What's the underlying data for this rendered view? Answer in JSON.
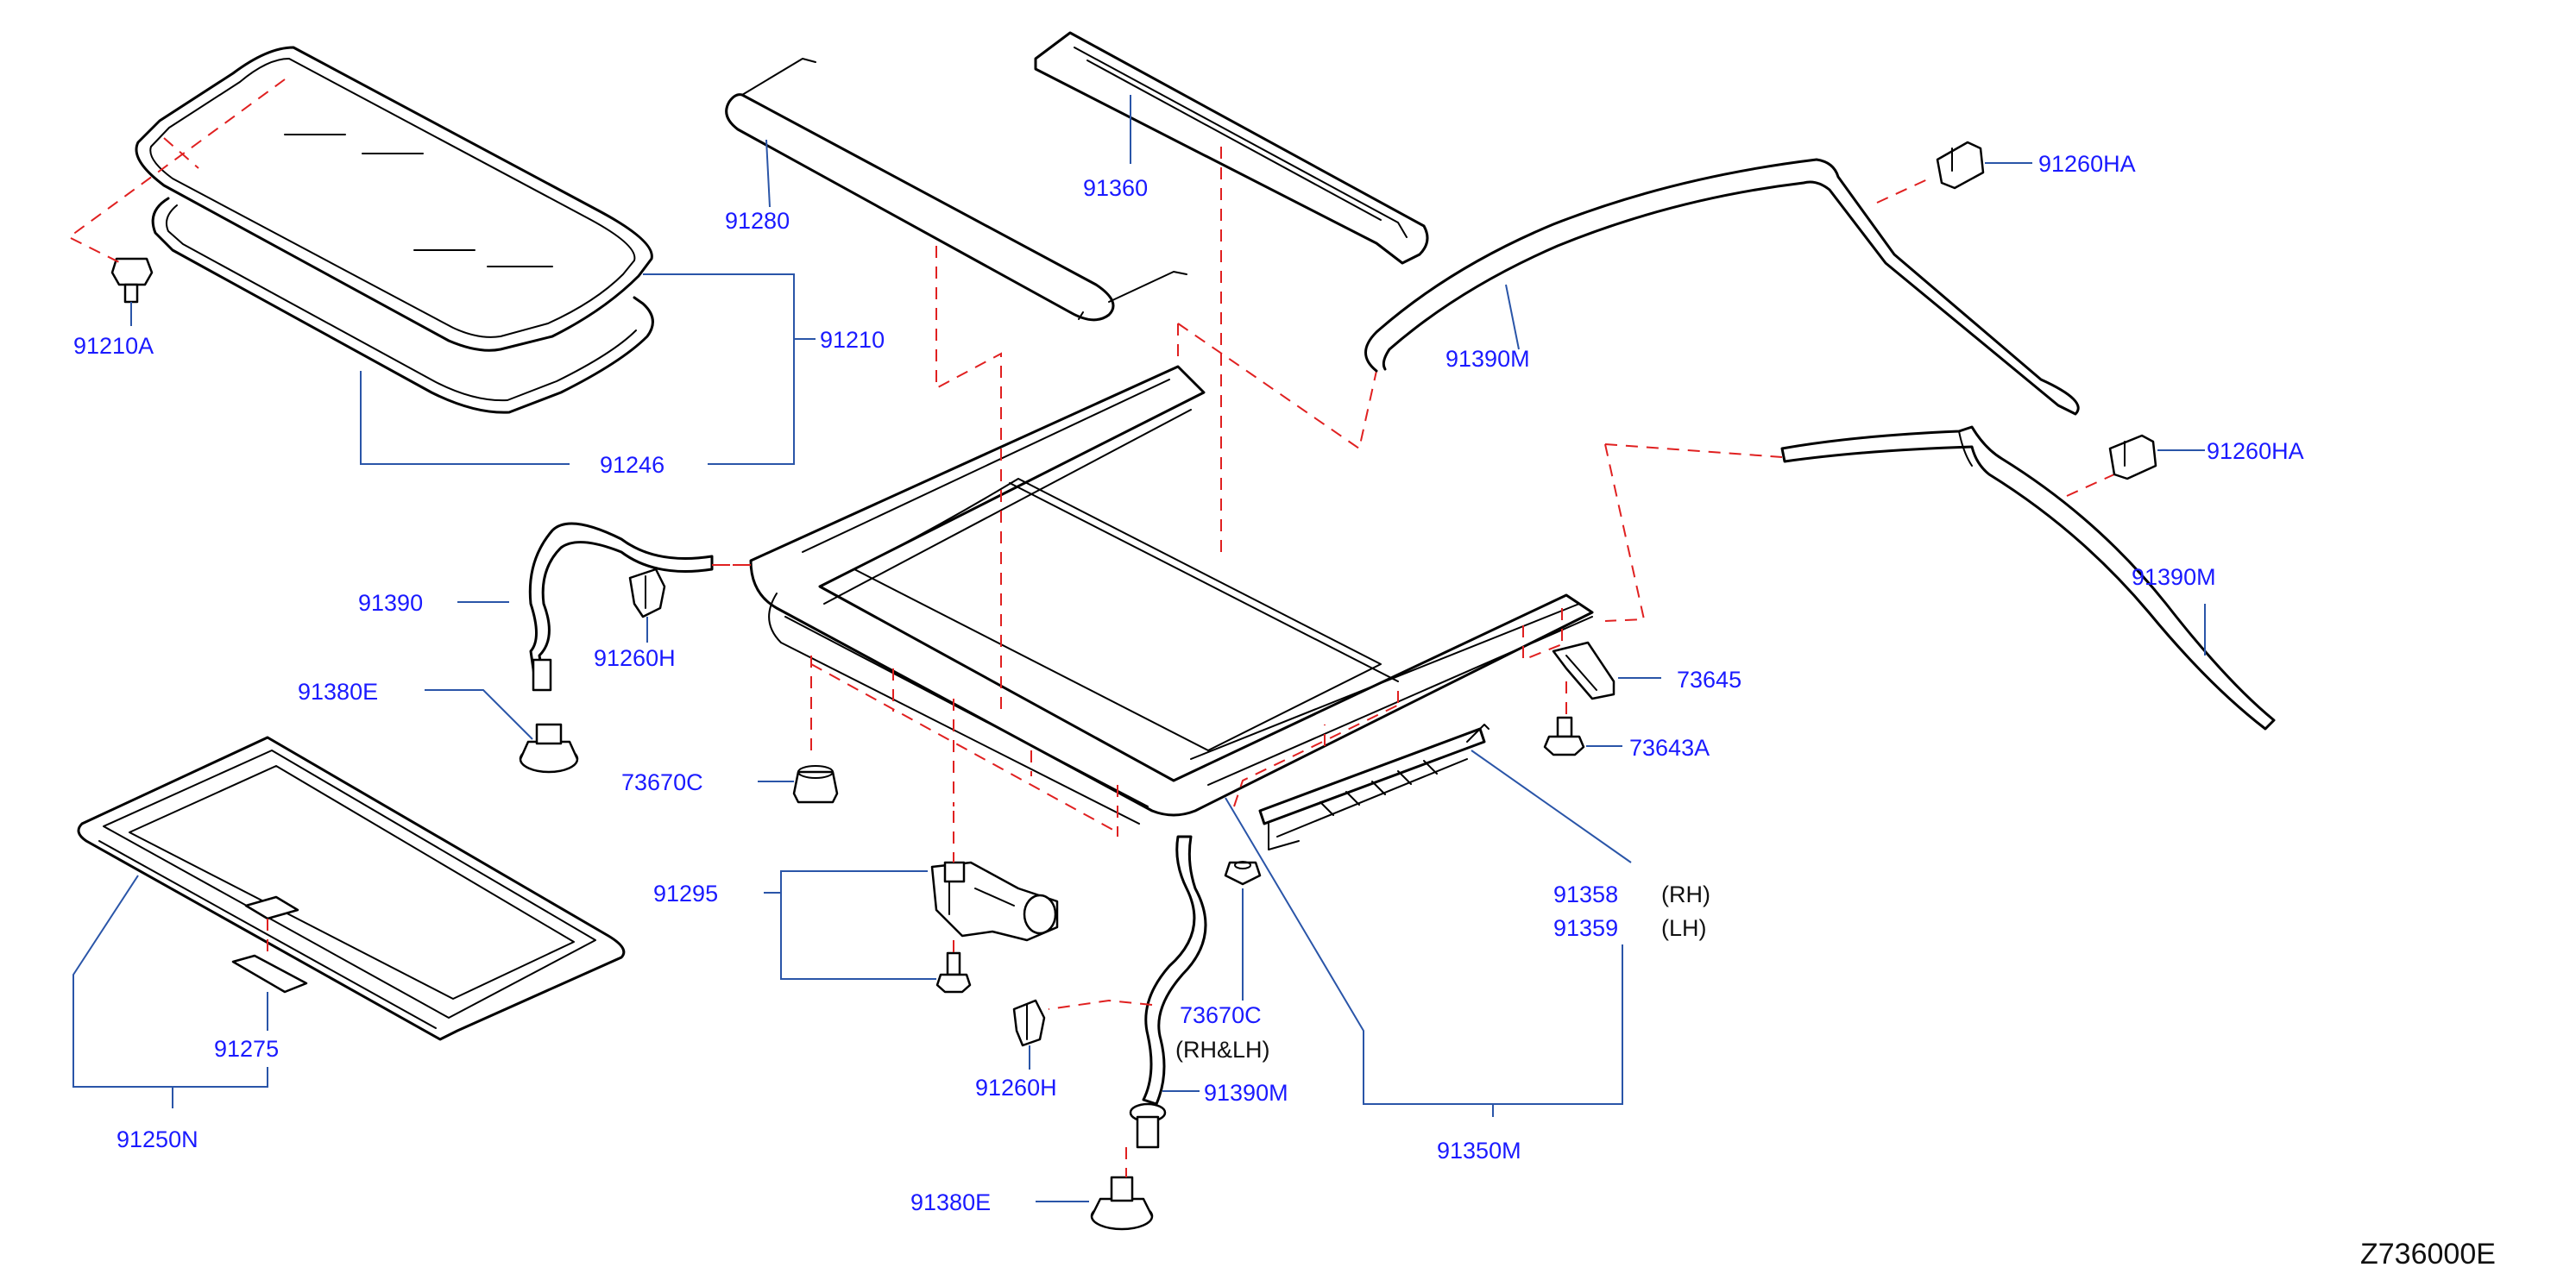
{
  "diagram_id": "Z736000E",
  "labels": {
    "p91210A": "91210A",
    "p91280": "91280",
    "p91360": "91360",
    "p91210": "91210",
    "p91246": "91246",
    "p91390M_top": "91390M",
    "p91260HA_1": "91260HA",
    "p91260HA_2": "91260HA",
    "p91390M_right": "91390M",
    "p91390": "91390",
    "p91260H_left": "91260H",
    "p91380E_left": "91380E",
    "p73670C_left": "73670C",
    "p73645": "73645",
    "p73643A": "73643A",
    "p91295": "91295",
    "p91358": "91358",
    "p91359": "91359",
    "rh": "(RH)",
    "lh": "(LH)",
    "p73670C_right": "73670C",
    "rhlh": "(RH&LH)",
    "p91275": "91275",
    "p91260H_bottom": "91260H",
    "p91390M_bottom": "91390M",
    "p91250N": "91250N",
    "p91350M": "91350M",
    "p91380E_bottom": "91380E"
  }
}
